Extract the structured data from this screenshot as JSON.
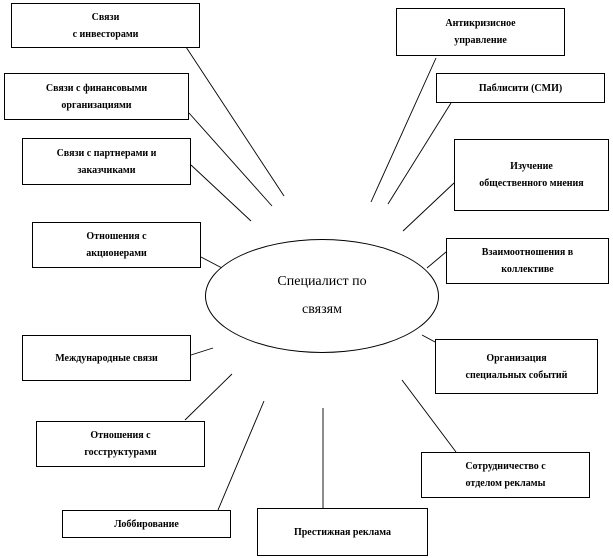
{
  "center": {
    "label": "Специалист  по\nсвязям"
  },
  "boxes": {
    "investors": "Связи\nс инвесторами",
    "financial_orgs": "Связи с финансовыми\nорганизациями",
    "partners": "Связи с партнерами и\nзаказчиками",
    "shareholders": "Отношения с\nакционерами",
    "international": "Международные связи",
    "government": "Отношения с\nгосструктурами",
    "lobbying": "Лоббирование",
    "press_ads": "Престижная реклама",
    "ad_department": "Сотрудничество с\nотделом рекламы",
    "special_events": "Организация\nспециальных  событий",
    "team_relations": "Взаимоотношения в\nколлективе",
    "public_opinion": "Изучение\nобщественного мнения",
    "publicity": "Паблисити  (СМИ)",
    "crisis": "Антикризисное\nуправление"
  }
}
